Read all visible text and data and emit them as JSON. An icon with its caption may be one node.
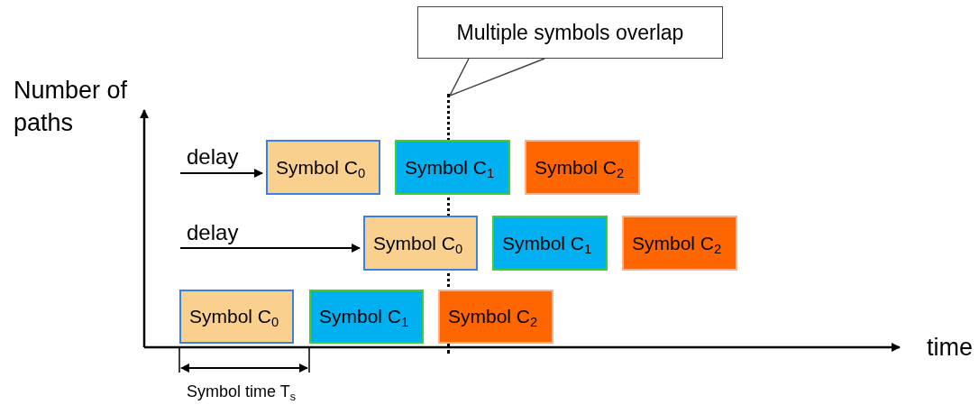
{
  "diagram": {
    "nodes": [
      {
        "text": [
          "Multiple symbols overlap"
        ]
      },
      {
        "text": [],
        "shape": "line"
      },
      {
        "text": [
          "Symbol C$_{0}$"
        ]
      },
      {
        "text": [
          "Symbol C$_{1}$"
        ]
      },
      {
        "text": [
          "Symbol C$_{2}$"
        ]
      },
      {
        "text": [
          "Symbol C$_{0}$"
        ]
      },
      {
        "text": [
          "Symbol C$_{1}$"
        ]
      },
      {
        "text": [
          "Symbol C$_{2}$"
        ]
      },
      {
        "text": [
          "Symbol C$_{0}$"
        ]
      },
      {
        "text": [
          "Symbol C$_{1}$"
        ]
      },
      {
        "text": [
          "Symbol C$_{2}$"
        ]
      }
    ],
    "edges": [
      {
        "from": 0,
        "to": 1,
        "arrow": "none"
      },
      {
        "from": null,
        "to": 2,
        "arrow": "to",
        "label": "delay"
      },
      {
        "from": null,
        "to": 5,
        "arrow": "to",
        "label": "delay"
      }
    ],
    "labels": [
      "Number of paths",
      "time",
      "Symbol time T$_{s}$"
    ]
  }
}
